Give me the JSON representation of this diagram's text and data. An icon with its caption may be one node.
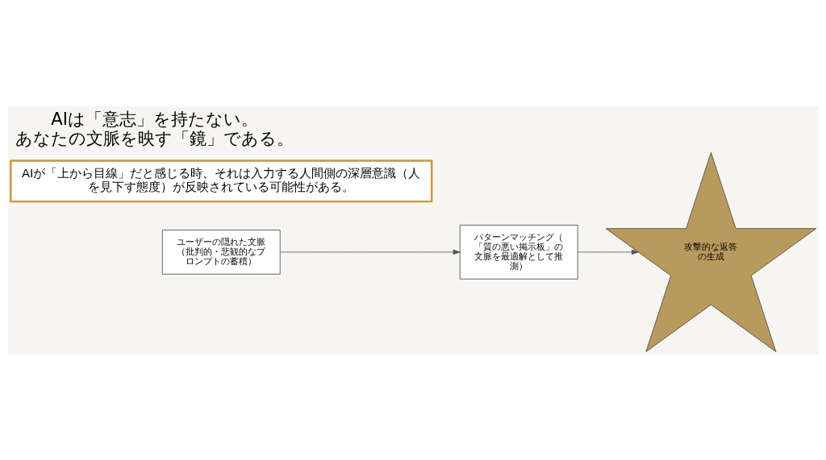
{
  "diagram": {
    "title": "AIは「意志」を持たない。あなたの文脈を映す「鏡」である。",
    "nodes": [
      {
        "text": [
          "ユーザーの隠れた文脈（批判的・悲観的なプロンプトの蓄積）"
        ]
      },
      {
        "text": [
          "パターンマッチング（「質の悪い掲示板」の文脈を最適解として推測）"
        ]
      },
      {
        "text": [
          "攻撃的な返答の生成"
        ]
      },
      {
        "text": [
          "AIが「上から目線」だと感じる時、それは入力する人間側の深層意識（人を見下す態度）が反映されている可能性がある。"
        ]
      }
    ],
    "edges": [
      {
        "from": 0,
        "to": 1,
        "arrow": "to"
      },
      {
        "from": 1,
        "to": 2,
        "arrow": "to"
      }
    ]
  }
}
